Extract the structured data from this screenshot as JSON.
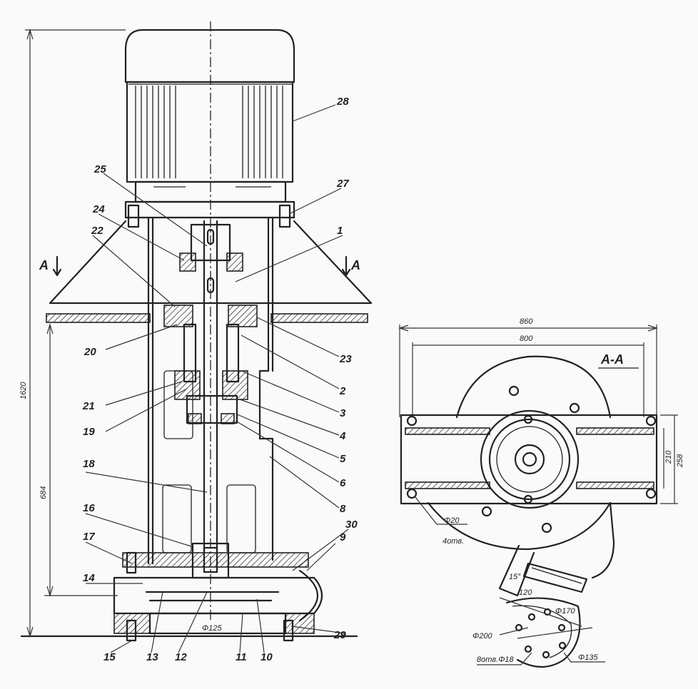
{
  "callouts": {
    "c1": "1",
    "c2": "2",
    "c3": "3",
    "c4": "4",
    "c5": "5",
    "c6": "6",
    "c8": "8",
    "c9": "9",
    "c11": "11",
    "c12": "12",
    "c13": "13",
    "c14": "14",
    "c15": "15",
    "c16": "16",
    "c17": "17",
    "c18": "18",
    "c19": "19",
    "c20": "20",
    "c21": "21",
    "c22": "22",
    "c23": "23",
    "c24": "24",
    "c25": "25",
    "c27": "27",
    "c28": "28",
    "c29": "29",
    "c30": "30"
  },
  "section_marks": {
    "left": "A",
    "right": "A",
    "title": "А-А"
  },
  "dimensions": {
    "overall_height": "1620",
    "lower_height": "684",
    "impeller_dia": "Φ125",
    "plan_width": "860",
    "plan_inner": "800",
    "plan_height_inner": "210",
    "plan_height_outer": "258",
    "hole_dia": "Φ20",
    "hole_count": "4отв.",
    "angle": "15°",
    "offset": "120",
    "flange_dia": "Φ200",
    "flange_holes": "8отв.Φ18",
    "flange_small": "Φ135",
    "bolt_circle": "Φ170"
  }
}
